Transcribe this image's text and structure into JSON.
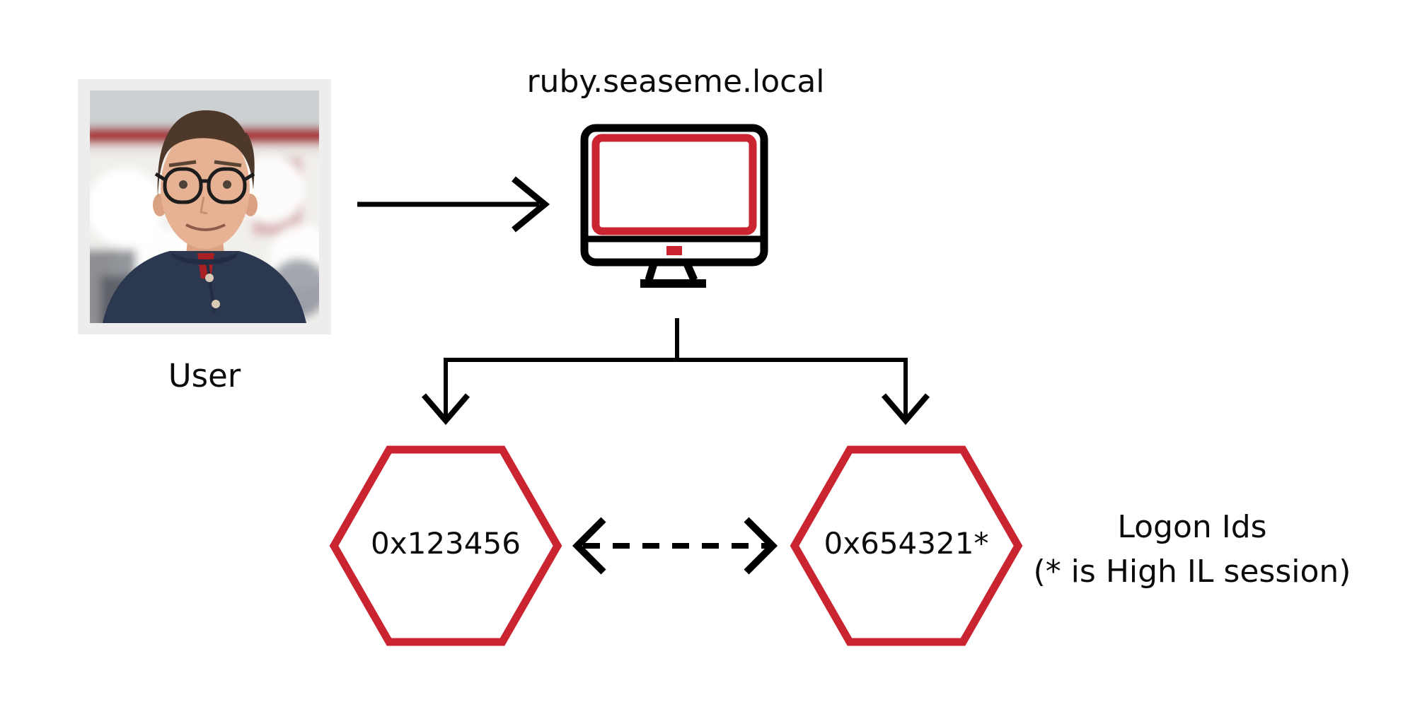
{
  "diagram": {
    "title_present": false,
    "user": {
      "label": "User",
      "photo_alt": "user-portrait-photo"
    },
    "host": {
      "label": "ruby.seaseme.local",
      "icon": "desktop-monitor-icon"
    },
    "flow": {
      "user_to_host_arrow": "solid-right-arrow",
      "host_branch_arrows": "two-down-arrows",
      "session_link_arrow": "dashed-double-headed-arrow"
    },
    "logon_sessions": {
      "left_hexagon_label": "0x123456",
      "right_hexagon_label": "0x654321*",
      "note_line1": "Logon Ids",
      "note_line2": "(* is High IL session)"
    },
    "colors": {
      "accent_red": "#c92430",
      "line_black": "#000000",
      "photo_frame_gray": "#ededed",
      "background": "#ffffff"
    }
  }
}
